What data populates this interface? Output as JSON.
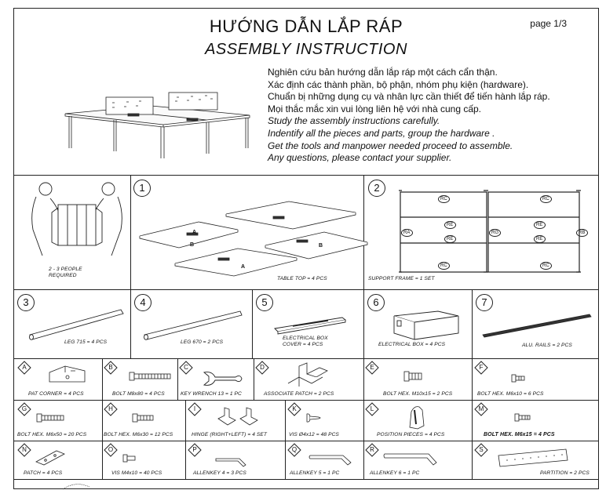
{
  "header": {
    "title_vi": "HƯỚNG DẪN LẮP RÁP",
    "title_en": "ASSEMBLY INSTRUCTION",
    "page": "page 1/3"
  },
  "intro": [
    "Nghiên cứu bản hướng dẫn lắp ráp một cách cẩn thận.",
    "Xác định các thành phần, bộ phận, nhóm phụ kiện (hardware).",
    "Chuẩn bị những dụng cụ và nhân lực cần thiết để tiến hành lắp ráp.",
    "Mọi thắc mắc xin vui lòng liên hệ với nhà cung cấp.",
    "Study the assembly instructions carefully.",
    "Indentify all the pieces and parts, group the hardware .",
    "Get the tools and manpower needed proceed to assemble.",
    "Any questions, please contact your supplier."
  ],
  "people": {
    "line1": "2 - 3  PEOPLE",
    "line2": "REQUIRED"
  },
  "parts": {
    "p1": {
      "num": "1",
      "caption": "TABLE TOP = 4 PCS",
      "labels": [
        "A",
        "B",
        "B",
        "A"
      ]
    },
    "p2": {
      "num": "2",
      "caption": "SUPPORT FRAME = 1 SET",
      "codes": [
        "RC",
        "RC",
        "RE",
        "RE",
        "RA",
        "RE",
        "RG",
        "RE",
        "RB",
        "RC",
        "RC"
      ]
    },
    "p3": {
      "num": "3",
      "caption": "LEG 715 = 4 PCS"
    },
    "p4": {
      "num": "4",
      "caption": "LEG 670 = 2 PCS"
    },
    "p5": {
      "num": "5",
      "caption1": "ELECTRICAL BOX",
      "caption2": "COVER = 4 PCS"
    },
    "p6": {
      "num": "6",
      "caption": "ELECTRICAL BOX = 4 PCS"
    },
    "p7": {
      "num": "7",
      "caption": "ALU. RAILS = 2 PCS"
    }
  },
  "hardware": {
    "A": {
      "letter": "A",
      "caption": "PAT CORNER = 4 PCS"
    },
    "B": {
      "letter": "B",
      "caption": "BOLT M8x80 = 4 PCS"
    },
    "C": {
      "letter": "C",
      "caption": "KEY WRENCH 13 = 1 PC"
    },
    "D": {
      "letter": "D",
      "caption": "ASSOCIATE  PATCH = 2 PCS"
    },
    "E": {
      "letter": "E",
      "caption": "BOLT HEX. M10x15 = 2 PCS"
    },
    "F": {
      "letter": "F",
      "caption": "BOLT HEX. M6x10 = 6 PCS"
    },
    "G": {
      "letter": "G",
      "caption": "BOLT HEX. M6x50 = 20 PCS"
    },
    "H": {
      "letter": "H",
      "caption": "BOLT HEX. M6x30 = 12 PCS"
    },
    "I": {
      "letter": "I",
      "caption": "HINGE (RIGHT+LEFT) = 4 SET"
    },
    "K": {
      "letter": "K",
      "caption": "VIS  Ø4x12 = 48 PCS"
    },
    "L": {
      "letter": "L",
      "caption": "POSITION PIECES = 4 PCS"
    },
    "M": {
      "letter": "M",
      "caption": "BOLT HEX. M6x15 = 4 PCS"
    },
    "N": {
      "letter": "N",
      "caption": "PATCH = 4 PCS"
    },
    "O": {
      "letter": "O",
      "caption": "VIS  M4x10 = 40 PCS"
    },
    "P": {
      "letter": "P",
      "caption": "ALLENKEY 4 = 3 PCS"
    },
    "Q": {
      "letter": "Q",
      "caption": "ALLENKEY 5 = 1 PC"
    },
    "R": {
      "letter": "R",
      "caption": "ALLENKEY 6 = 1 PC"
    },
    "S": {
      "letter": "S",
      "caption": "PARTITION  = 2 PCS"
    }
  }
}
